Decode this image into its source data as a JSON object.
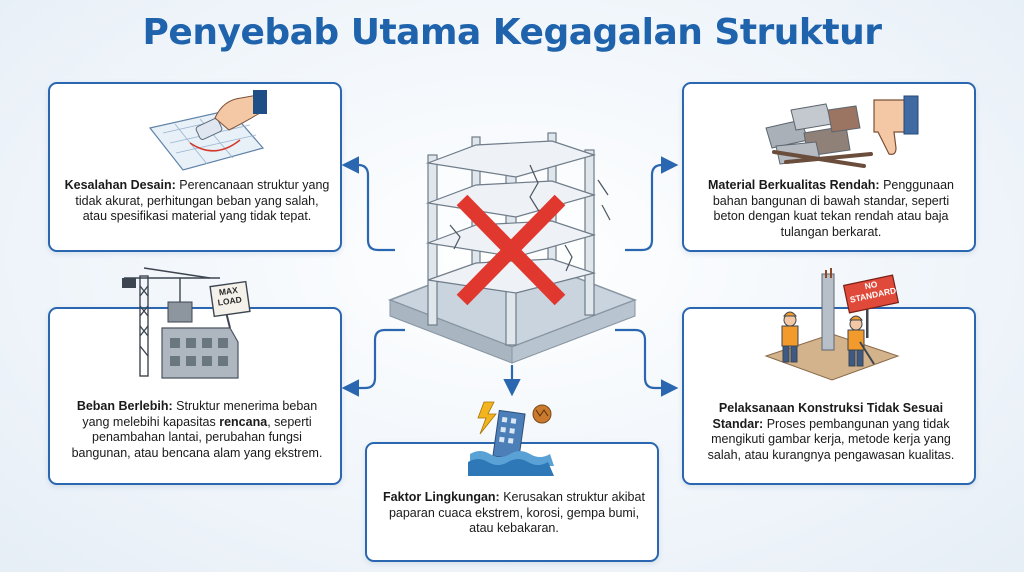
{
  "title": "Penyebab Utama Kegagalan Struktur",
  "causes": {
    "design_error": {
      "heading": "Kesalahan Desain:",
      "body": " Perencanaan struktur yang tidak akurat, perhitungan beban yang salah, atau spesifikasi material yang tidak tepat."
    },
    "low_quality_material": {
      "heading": "Material Berkualitas Rendah:",
      "body": " Penggunaan bahan bangunan di bawah standar, seperti beton dengan kuat tekan rendah atau baja tulangan berkarat."
    },
    "overload": {
      "heading": "Beban Berlebih:",
      "body_before": " Struktur menerima beban yang melebihi kapasitas ",
      "emphasis": "rencana",
      "body_after": ", seperti penambahan lantai, perubahan fungsi bangunan, atau bencana alam yang ekstrem.",
      "sign_text": "MAX LOAD"
    },
    "construction": {
      "heading": "Pelaksanaan Konstruksi Tidak Sesuai Standar:",
      "body": " Proses pembangunan yang tidak mengikuti gambar kerja, metode kerja yang salah, atau kurangnya pengawasan kualitas.",
      "sign_text": "NO STANDARD"
    },
    "environment": {
      "heading": "Faktor Lingkungan:",
      "body": " Kerusakan struktur akibat paparan cuaca ekstrem, korosi, gempa bumi, atau kebakaran."
    }
  },
  "colors": {
    "title": "#1f63ad",
    "border": "#2a67b0",
    "cross": "#e0382f",
    "connector": "#2a67b0"
  },
  "icons": [
    "eraser-hand-icon",
    "thumbs-down-icon",
    "crane-icon",
    "workers-icon",
    "flooded-building-icon",
    "lightning-icon"
  ]
}
